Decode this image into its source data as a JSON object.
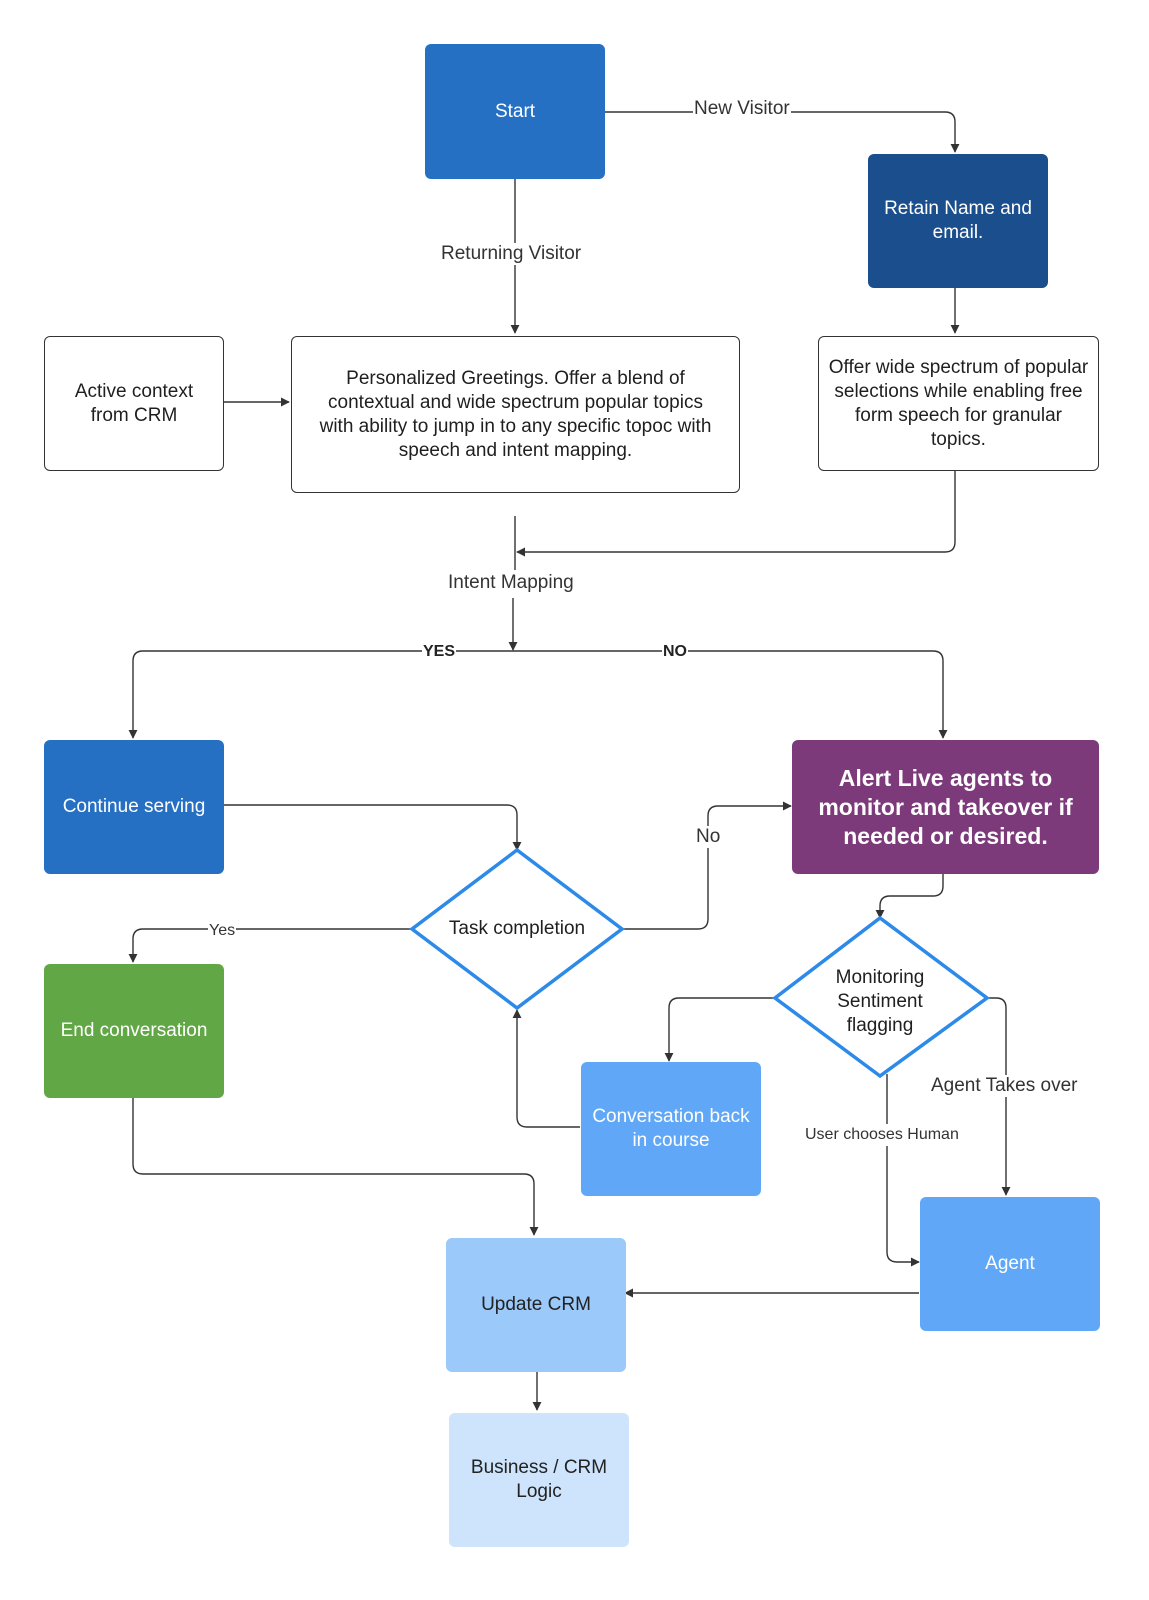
{
  "colors": {
    "blue": "#2670c4",
    "dark_blue": "#1b4e8c",
    "purple": "#7d3a7b",
    "green": "#62a745",
    "mid_blue": "#60a8f7",
    "light_blue": "#9bc9fa",
    "pale_blue": "#cde4fc",
    "diamond_border": "#2d8ae8",
    "line": "#333333"
  },
  "nodes": {
    "start": "Start",
    "retain": "Retain Name and email.",
    "active_context": "Active context from CRM",
    "greetings": "Personalized Greetings. Offer a blend of contextual and wide spectrum popular topics with ability to jump in to any specific topoc with speech and intent mapping.",
    "offer_spectrum": "Offer wide spectrum of popular selections while enabling free form speech for granular topics.",
    "continue_serving": "Continue serving",
    "alert_agents": "Alert Live agents to monitor and takeover if needed or desired.",
    "task_completion": "Task completion",
    "monitoring": "Monitoring Sentiment flagging",
    "end_conversation": "End conversation",
    "conversation_back": "Conversation back in course",
    "agent": "Agent",
    "update_crm": "Update CRM",
    "business_logic": "Business / CRM Logic"
  },
  "edge_labels": {
    "new_visitor": "New Visitor",
    "returning_visitor": "Returning Visitor",
    "intent_mapping": "Intent Mapping",
    "yes_caps": "YES",
    "no_caps": "NO",
    "no": "No",
    "yes": "Yes",
    "agent_takes_over": "Agent Takes over",
    "user_chooses_human": "User chooses Human"
  }
}
